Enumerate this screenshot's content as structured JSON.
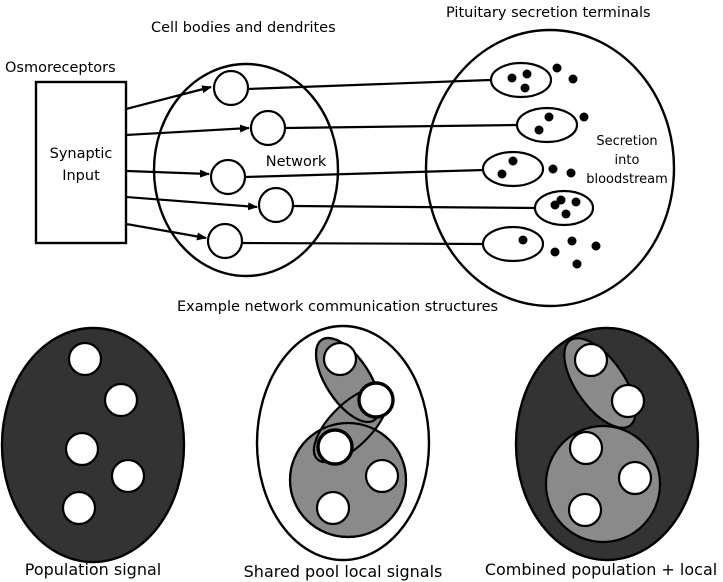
{
  "labels": {
    "osmoreceptors": "Osmoreceptors",
    "cell_bodies": "Cell bodies and dendrites",
    "pituitary": "Pituitary secretion terminals",
    "synaptic_input_line1": "Synaptic",
    "synaptic_input_line2": "Input",
    "network": "Network",
    "secretion_line1": "Secretion",
    "secretion_line2": "into",
    "secretion_line3": "bloodstream",
    "examples_title": "Example network communication structures",
    "population_signal": "Population signal",
    "shared_pool": "Shared pool local signals",
    "combined": "Combined population + local"
  },
  "neurons": [
    {
      "id": 1,
      "terminal_vesicles_inside": 3,
      "released_granules": 2
    },
    {
      "id": 2,
      "terminal_vesicles_inside": 2,
      "released_granules": 1
    },
    {
      "id": 3,
      "terminal_vesicles_inside": 2,
      "released_granules": 2
    },
    {
      "id": 4,
      "terminal_vesicles_inside": 4,
      "released_granules": 0
    },
    {
      "id": 5,
      "terminal_vesicles_inside": 1,
      "released_granules": 4
    }
  ],
  "examples": [
    {
      "name": "population",
      "cells": 5,
      "population_fill": "#333333",
      "local_groups": 0
    },
    {
      "name": "shared-pool",
      "cells": 5,
      "population_fill": "#ffffff",
      "local_groups": 3,
      "local_fill": "#8a8a8a"
    },
    {
      "name": "combined",
      "cells": 5,
      "population_fill": "#333333",
      "local_groups": 2,
      "local_fill": "#8a8a8a"
    }
  ],
  "colors": {
    "ink": "#000000",
    "population_fill": "#333333",
    "local_fill": "#8a8a8a",
    "cell_fill": "#ffffff"
  }
}
